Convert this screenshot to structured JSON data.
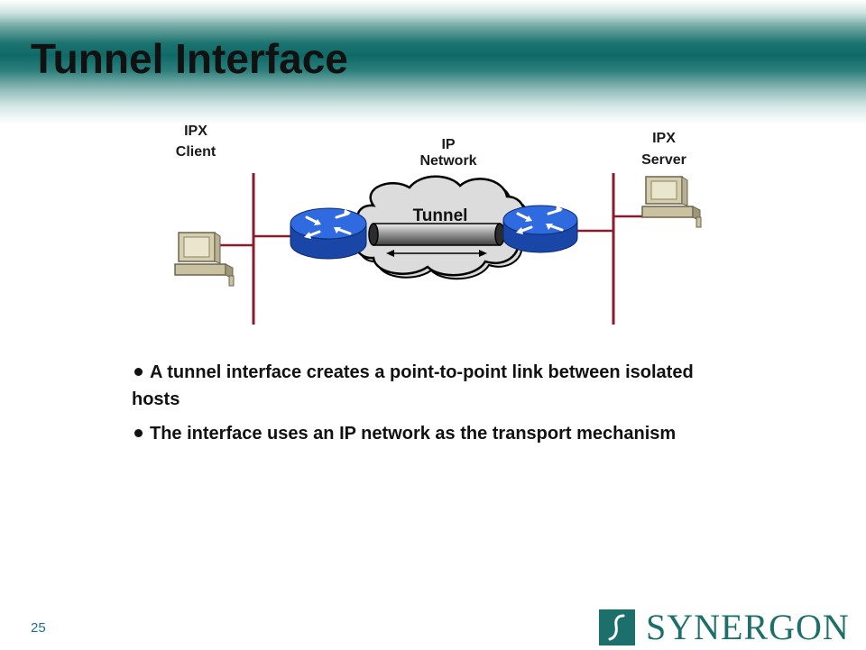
{
  "slide": {
    "title": "Tunnel Interface",
    "page_number": "25"
  },
  "diagram": {
    "ipx_client": {
      "line1": "IPX",
      "line2": "Client"
    },
    "ip_network": {
      "line1": "IP",
      "line2": "Network"
    },
    "ipx_server": {
      "line1": "IPX",
      "line2": "Server"
    },
    "tunnel_label": "Tunnel"
  },
  "bullets": [
    "A tunnel interface creates a point-to-point link between isolated hosts",
    "The interface uses an IP network as the transport mechanism"
  ],
  "logo": {
    "text": "SYNERGON"
  },
  "colors": {
    "header_teal": "#0f6a67",
    "segment_line": "#8b1a2b",
    "router_blue": "#1f5fd6",
    "logo_teal": "#1d6f6c",
    "page_number": "#1b6f9c"
  }
}
